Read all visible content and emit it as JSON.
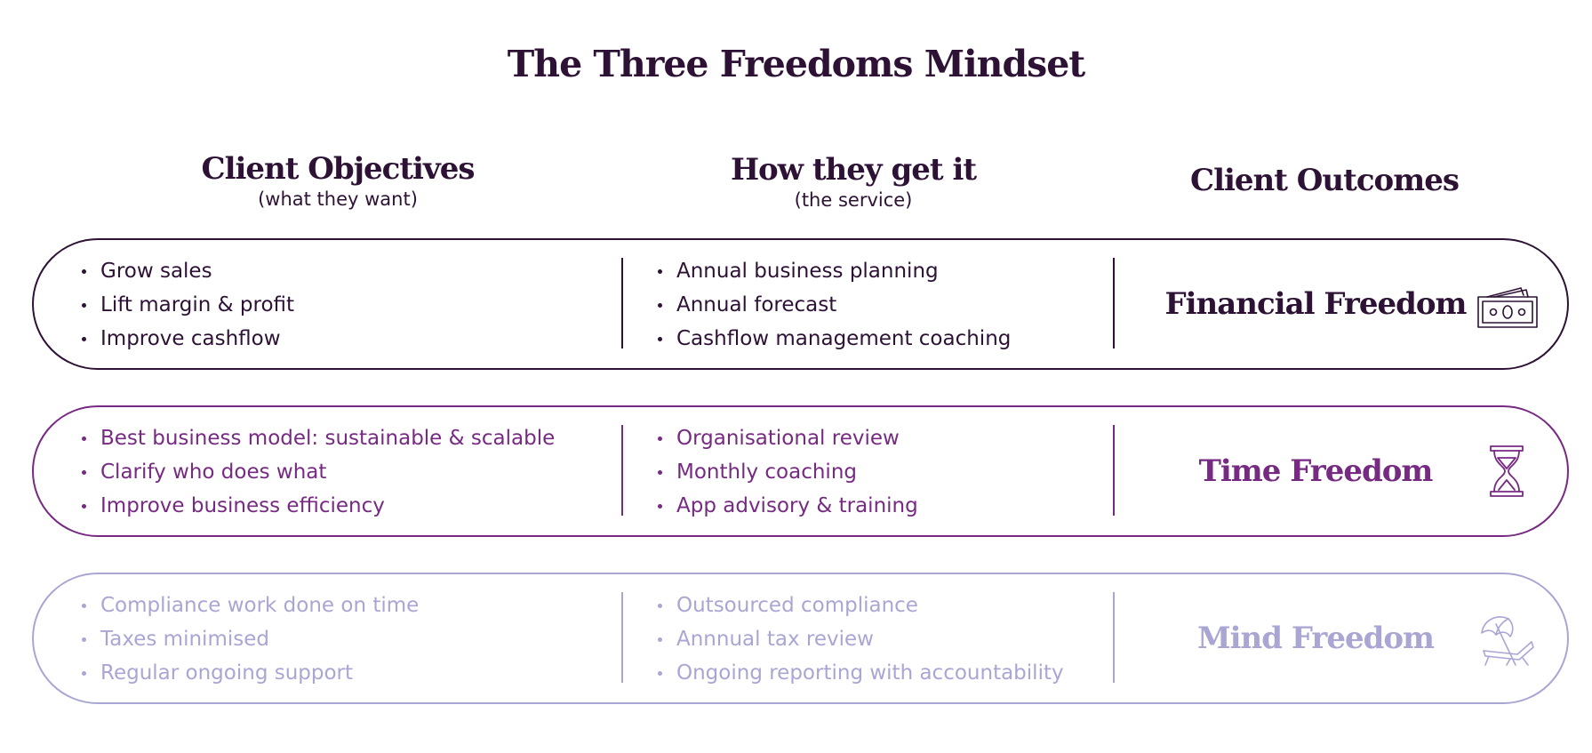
{
  "title": "The Three Freedoms Mindset",
  "columns": {
    "objectives": {
      "heading": "Client Objectives",
      "subheading": "(what they want)"
    },
    "how": {
      "heading": "How they get it",
      "subheading": "(the service)"
    },
    "outcomes": {
      "heading": "Client Outcomes"
    }
  },
  "rows": [
    {
      "color": "#2d1235",
      "objectives": [
        "Grow sales",
        "Lift margin & profit",
        "Improve cashflow"
      ],
      "services": [
        "Annual business planning",
        "Annual forecast",
        "Cashflow management coaching"
      ],
      "outcome": "Financial Freedom",
      "icon": "money-icon"
    },
    {
      "color": "#772a82",
      "objectives": [
        "Best business model: sustainable & scalable",
        "Clarify who does what",
        "Improve business efficiency"
      ],
      "services": [
        "Organisational review",
        "Monthly coaching",
        "App advisory & training"
      ],
      "outcome": "Time Freedom",
      "icon": "hourglass-icon"
    },
    {
      "color": "#a9a6d4",
      "objectives": [
        "Compliance work done on time",
        "Taxes minimised",
        "Regular ongoing support"
      ],
      "services": [
        "Outsourced compliance",
        "Annnual tax review",
        "Ongoing reporting with accountability"
      ],
      "outcome": "Mind Freedom",
      "icon": "beach-chair-icon"
    }
  ]
}
